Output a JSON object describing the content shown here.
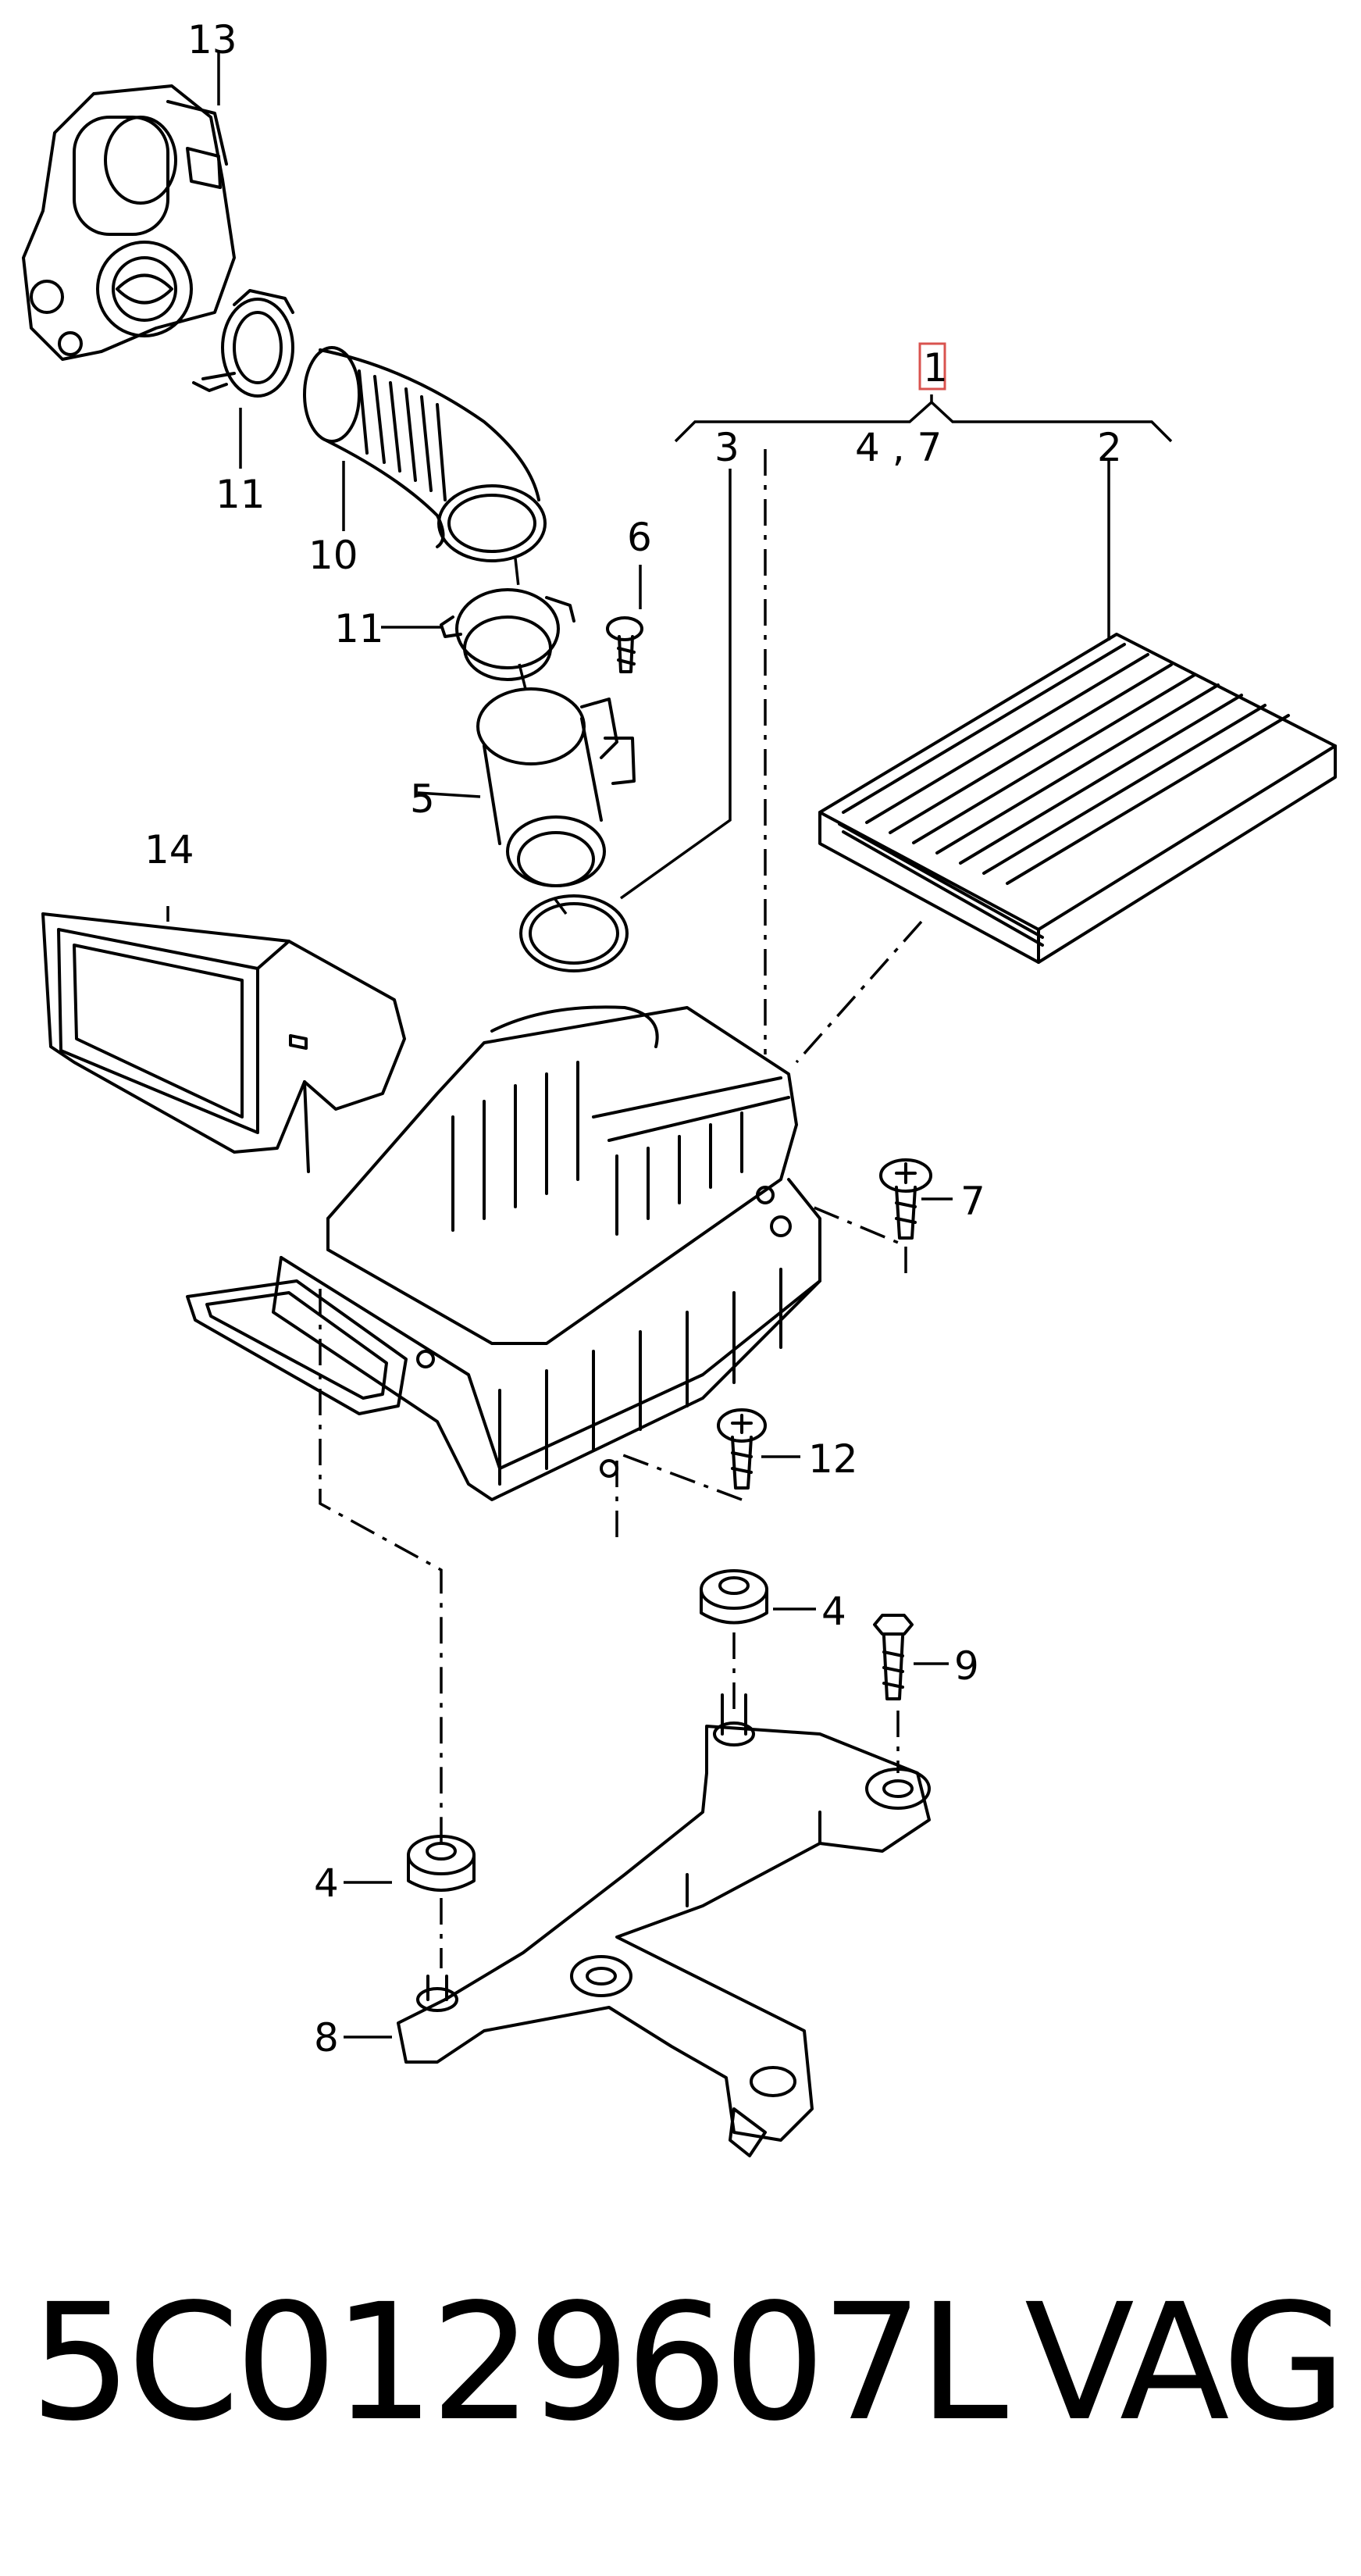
{
  "diagram": {
    "callouts": {
      "c1": "1",
      "c2": "2",
      "c3": "3",
      "c47": "4 , 7",
      "c4a": "4",
      "c4b": "4",
      "c5": "5",
      "c6": "6",
      "c7": "7",
      "c8": "8",
      "c9": "9",
      "c10": "10",
      "c11a": "11",
      "c11b": "11",
      "c12": "12",
      "c13": "13",
      "c14": "14"
    }
  },
  "footer": {
    "part_number": "5C0129607L",
    "brand": "VAG"
  },
  "colors": {
    "line": "#000000",
    "highlight_box": "#d9534f"
  }
}
